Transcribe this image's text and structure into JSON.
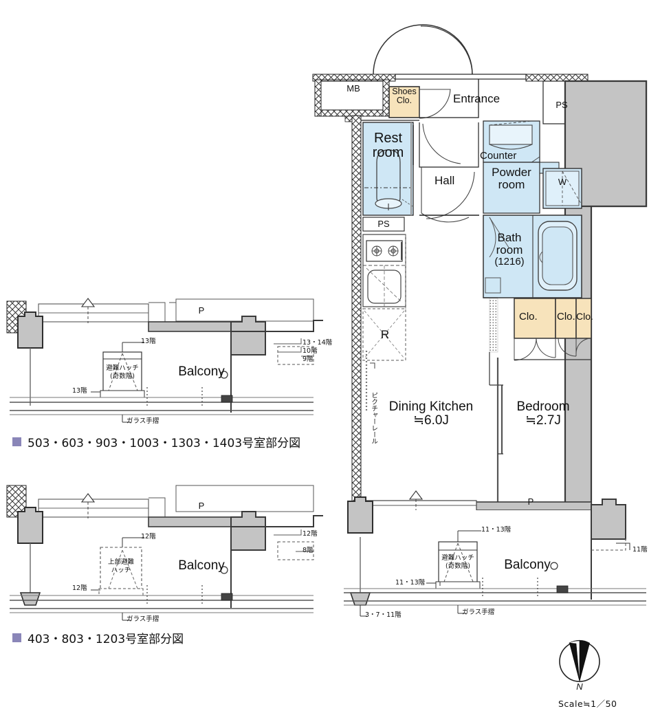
{
  "document": {
    "type": "apartment-floor-plan",
    "scale_note": "Scale≒1／50",
    "compass_label": "N"
  },
  "colors": {
    "water_area": "#cfe7f5",
    "closet_area": "#f7e3bb",
    "structure_gray": "#c4c4c4",
    "legend_marker": "#8a86b8",
    "line": "#1a1a1a"
  },
  "main_plan": {
    "rooms": [
      {
        "key": "mb",
        "label": "MB"
      },
      {
        "key": "shoes_closet",
        "label": "Shoes\nClo.",
        "line1": "Shoes",
        "line2": "Clo."
      },
      {
        "key": "entrance",
        "label": "Entrance"
      },
      {
        "key": "ps_top",
        "label": "PS"
      },
      {
        "key": "restroom",
        "line1": "Rest",
        "line2": "room"
      },
      {
        "key": "hall",
        "label": "Hall"
      },
      {
        "key": "counter",
        "label": "Counter"
      },
      {
        "key": "powder_room",
        "line1": "Powder",
        "line2": "room"
      },
      {
        "key": "washer",
        "label": "W"
      },
      {
        "key": "bathroom",
        "line1": "Bath",
        "line2": "room",
        "line3": "(1216)"
      },
      {
        "key": "ps_kitchen",
        "label": "PS"
      },
      {
        "key": "refrigerator",
        "label": "R"
      },
      {
        "key": "closet_1",
        "label": "Clo."
      },
      {
        "key": "closet_2",
        "label": "Clo."
      },
      {
        "key": "closet_3",
        "label": "Clo."
      },
      {
        "key": "dining_kitchen",
        "line1": "Dining Kitchen",
        "line2": "≒6.0J"
      },
      {
        "key": "bedroom",
        "line1": "Bedroom",
        "line2": "≒2.7J"
      },
      {
        "key": "balcony",
        "label": "Balcony"
      },
      {
        "key": "pipe_space",
        "label": "P"
      }
    ],
    "annotations": [
      {
        "key": "picture_rail",
        "text": "ピクチャーレール"
      },
      {
        "key": "hatch_floor_top",
        "text": "11・13階"
      },
      {
        "key": "hatch_label",
        "line1": "避難ハッチ",
        "line2": "(奇数階)"
      },
      {
        "key": "hatch_floor_left",
        "text": "11・13階"
      },
      {
        "key": "rail_floor",
        "text": "11階"
      },
      {
        "key": "glass_rail",
        "text": "ガラス手摺"
      },
      {
        "key": "column_floors",
        "text": "3・7・11階"
      }
    ]
  },
  "detail_plan_upper": {
    "legend_text": "503・603・903・1003・1303・1403号室部分図",
    "labels": {
      "balcony": "Balcony",
      "pipe_space": "P",
      "hatch_floor_top": "13階",
      "hatch_line1": "避難ハッチ",
      "hatch_line2": "(奇数階)",
      "hatch_floor_left": "13階",
      "glass_rail": "ガラス手摺",
      "right_1": "13・14階",
      "right_2": "10階",
      "right_3": "9階"
    }
  },
  "detail_plan_lower": {
    "legend_text": "403・803・1203号室部分図",
    "labels": {
      "balcony": "Balcony",
      "pipe_space": "P",
      "hatch_floor_top": "12階",
      "hatch_line1": "上部避難",
      "hatch_line2": "ハッチ",
      "hatch_floor_left": "12階",
      "glass_rail": "ガラス手摺",
      "right_1": "12階",
      "right_2": "8階"
    }
  }
}
